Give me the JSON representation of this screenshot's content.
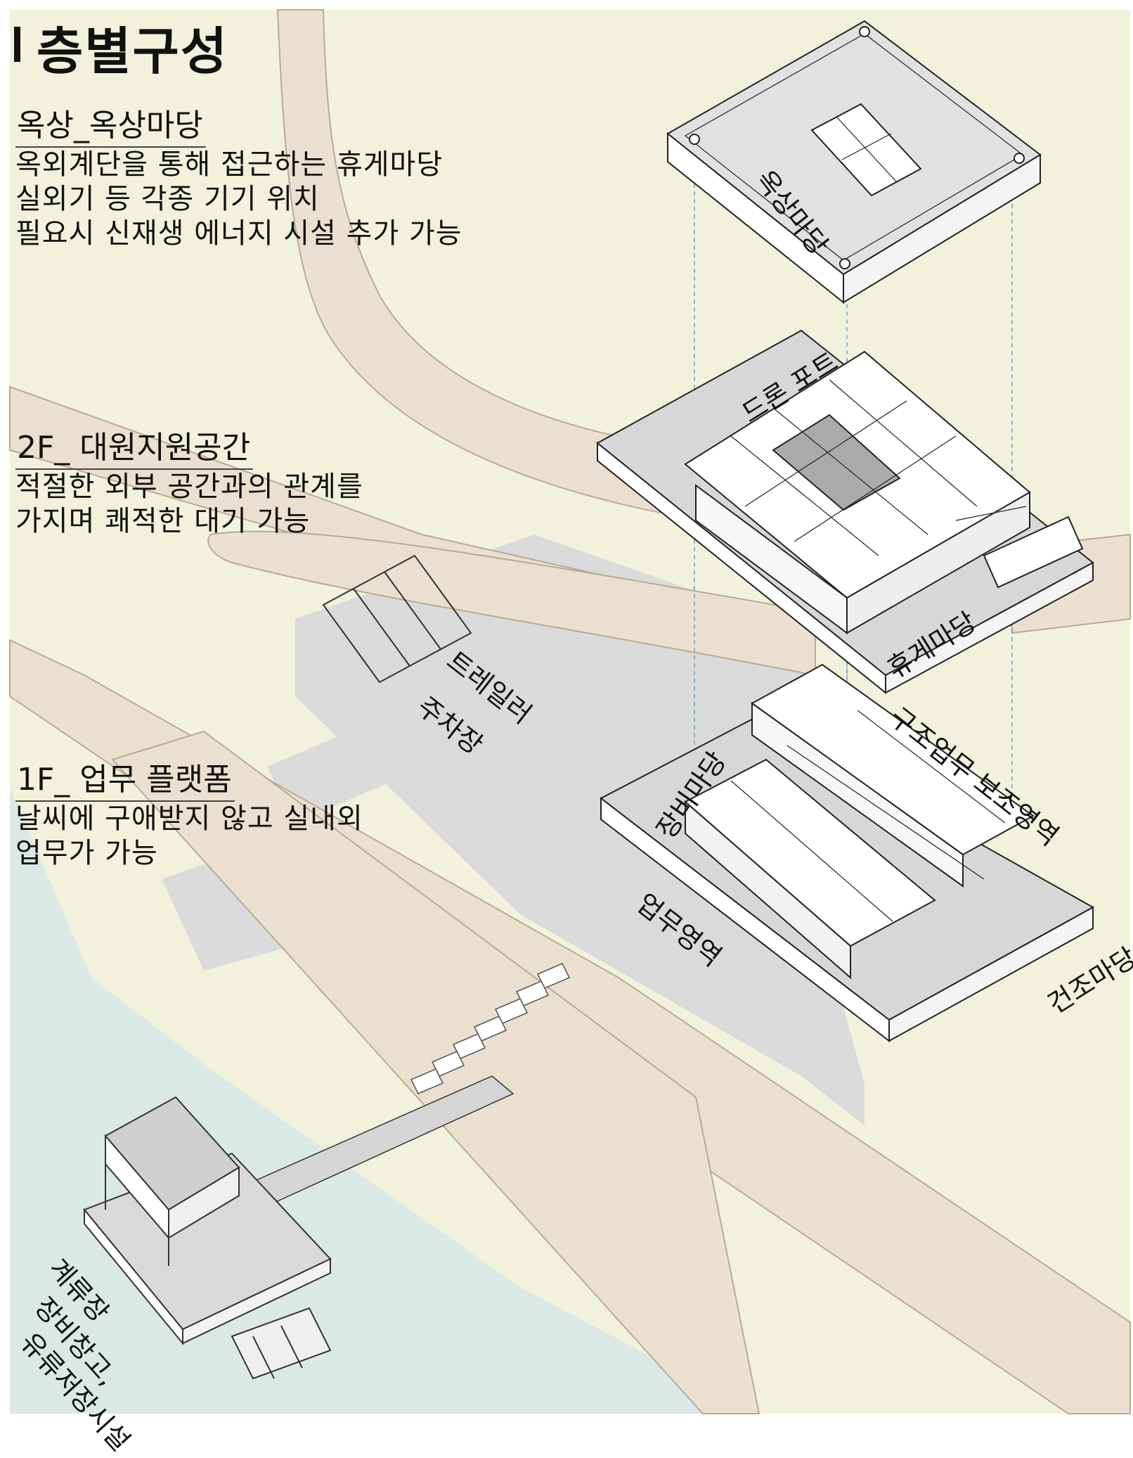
{
  "header": {
    "title": "층별구성"
  },
  "sections": {
    "roof": {
      "title": "옥상_옥상마당",
      "lines": [
        "옥외계단을 통해 접근하는 휴게마당",
        "실외기 등 각종 기기 위치",
        "필요시 신재생 에너지 시설 추가 가능"
      ]
    },
    "second": {
      "title": "2F_ 대원지원공간",
      "lines": [
        "적절한 외부 공간과의 관계를",
        "가지며 쾌적한 대기 가능"
      ]
    },
    "first": {
      "title": "1F_ 업무 플랫폼",
      "lines": [
        "날씨에 구애받지 않고 실내외",
        "업무가 가능"
      ]
    }
  },
  "labels": {
    "roof_yard": "옥상마당",
    "drone_port": "드론 포트",
    "rest_yard": "휴게마당",
    "trailer_parking_1": "트레일러",
    "trailer_parking_2": "주차장",
    "rescue_support": "구조업무 보조영역",
    "equipment_yard": "장비마당",
    "work_area": "업무영역",
    "drying_yard": "건조마당",
    "mooring_1": "계류장",
    "mooring_2": "장비창고,",
    "mooring_3": "유류저장시설"
  },
  "colors": {
    "land": "#f2f2dc",
    "road": "#ebe0cf",
    "water": "#dbe9e6",
    "paved": "#dadada",
    "slab": "#ffffff",
    "wall": "#2a2a2a",
    "guide": "#6f9fc8"
  }
}
